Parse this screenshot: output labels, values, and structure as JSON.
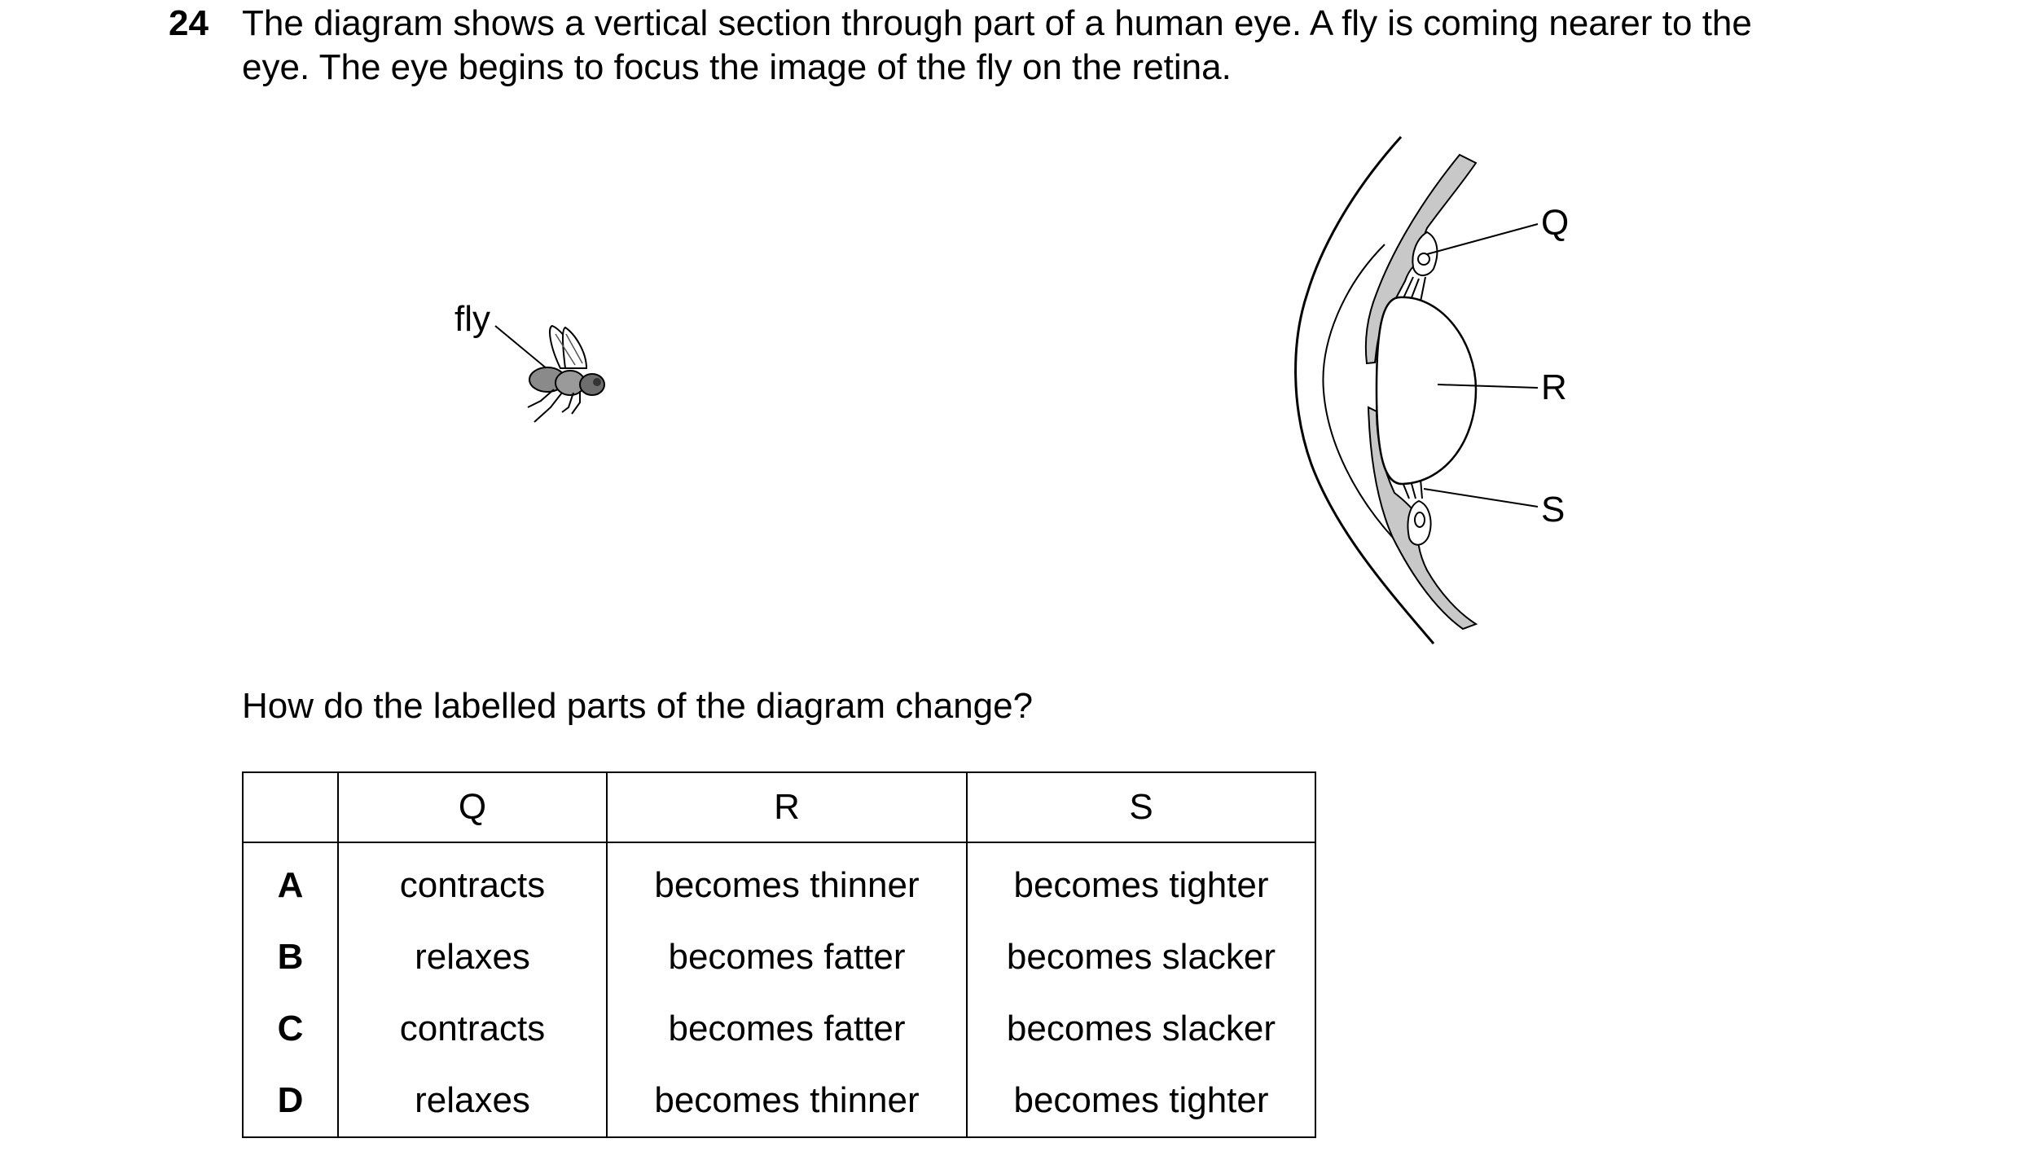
{
  "question": {
    "number": "24",
    "stem_line1": "The diagram shows a vertical section through part of a human eye. A fly is coming nearer to the",
    "stem_line2": "eye. The eye begins to focus the image of the fly on the retina.",
    "prompt": "How do the labelled parts of the diagram change?"
  },
  "diagram": {
    "fly_label": "fly",
    "labels": {
      "q": "Q",
      "r": "R",
      "s": "S"
    }
  },
  "table": {
    "headers": [
      "",
      "Q",
      "R",
      "S"
    ],
    "rows": [
      {
        "letter": "A",
        "q": "contracts",
        "r": "becomes thinner",
        "s": "becomes tighter"
      },
      {
        "letter": "B",
        "q": "relaxes",
        "r": "becomes fatter",
        "s": "becomes slacker"
      },
      {
        "letter": "C",
        "q": "contracts",
        "r": "becomes fatter",
        "s": "becomes slacker"
      },
      {
        "letter": "D",
        "q": "relaxes",
        "r": "becomes thinner",
        "s": "becomes tighter"
      }
    ]
  }
}
